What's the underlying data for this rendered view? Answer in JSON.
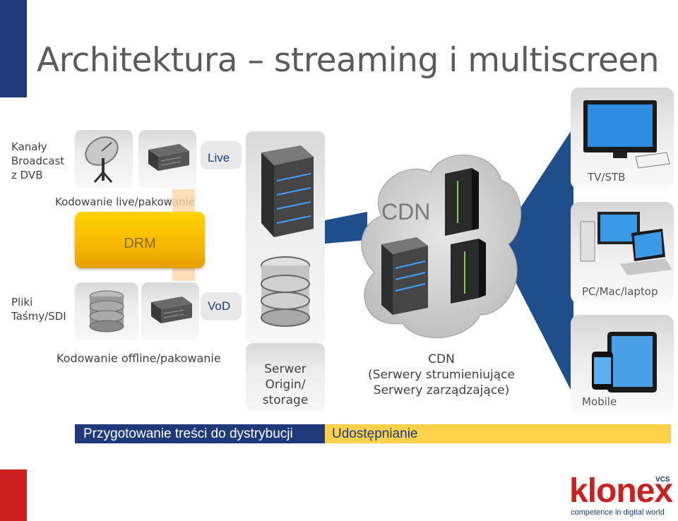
{
  "title": "Architektura – streaming i multiscreen",
  "sources": {
    "live": [
      "Kanały",
      "Broadcast",
      "z DVB"
    ],
    "files": [
      "Pliki",
      "Taśmy/SDI"
    ]
  },
  "encoding": {
    "live_label": "Kodowanie live/pakowanie",
    "offline_label": "Kodowanie offline/pakowanie",
    "live_tag": "Live",
    "vod_tag": "VoD",
    "drm_label": "DRM"
  },
  "server": {
    "caption": [
      "Serwer",
      "Origin/",
      "storage"
    ]
  },
  "cdn": {
    "cloud_label": "CDN",
    "caption": [
      "CDN",
      "(Serwery strumieniujące",
      "Serwery zarządzające)"
    ]
  },
  "devices": {
    "tv": "TV/STB",
    "pc": "PC/Mac/laptop",
    "mobile": "Mobile"
  },
  "bands": {
    "left": "Przygotowanie treści do dystrybucji",
    "right": "Udostępnianie"
  },
  "logo": {
    "brand": "klonex",
    "superscript": "VCS",
    "tagline": "competence in digital world"
  },
  "colors": {
    "navy": "#1f3a7a",
    "red": "#cc1f1f",
    "drm": "#f5b800",
    "band_right": "#ffd24a",
    "wedge": "#1f4e8c"
  }
}
